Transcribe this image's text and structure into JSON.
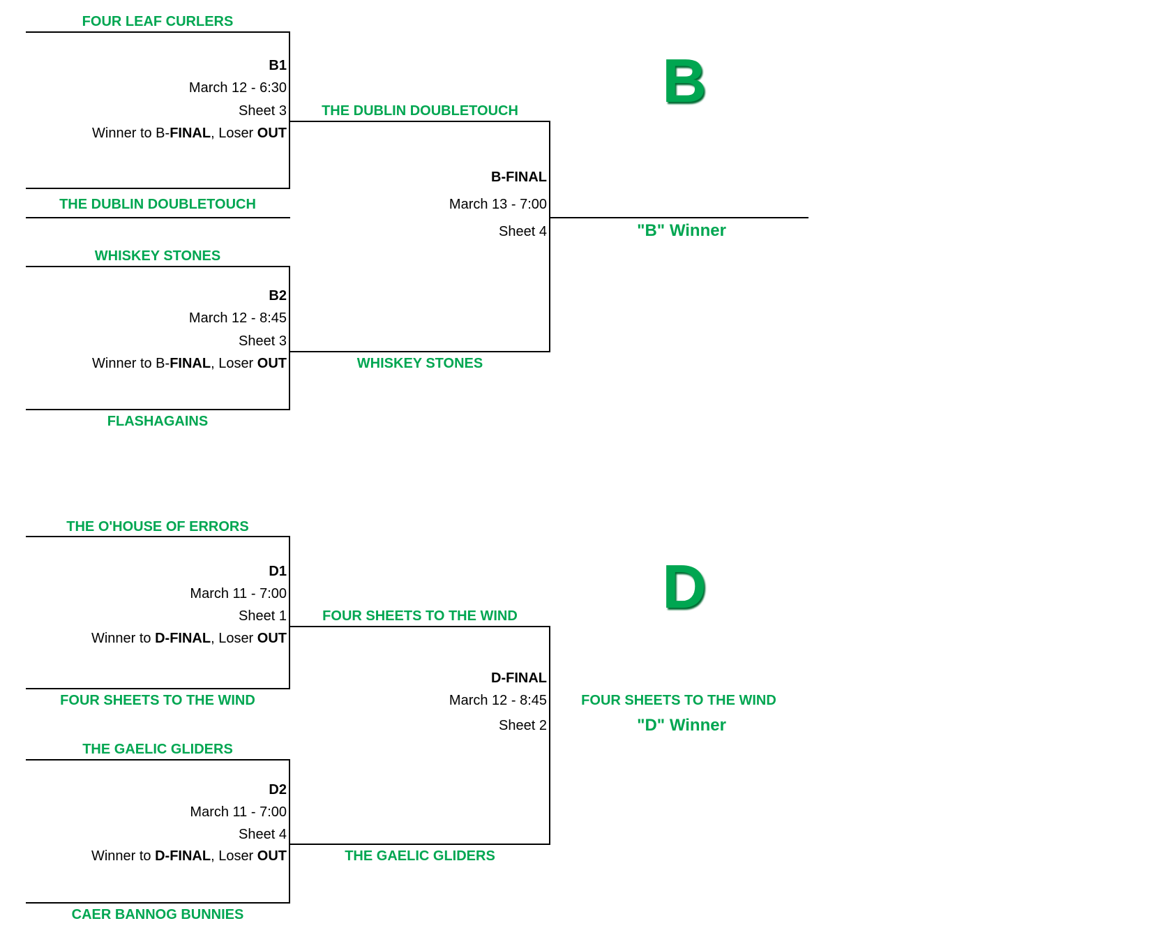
{
  "brackets": {
    "b": {
      "letter": "B",
      "g1": {
        "id": "B1",
        "date": "March 12 - 6:30",
        "sheet": "Sheet 3",
        "note_pre": "Winner to B-",
        "note_final": "FINAL",
        "note_mid": ", Loser ",
        "note_out": "OUT",
        "team1": "FOUR LEAF CURLERS",
        "team2": "THE DUBLIN DOUBLETOUCH",
        "winner": "THE DUBLIN DOUBLETOUCH"
      },
      "g2": {
        "id": "B2",
        "date": "March 12 - 8:45",
        "sheet": "Sheet 3",
        "note_pre": "Winner to B-",
        "note_final": "FINAL",
        "note_mid": ", Loser ",
        "note_out": "OUT",
        "team1": "WHISKEY STONES",
        "team2": "FLASHAGAINS",
        "winner": "WHISKEY STONES"
      },
      "final": {
        "id": "B-FINAL",
        "date": "March 13 - 7:00",
        "sheet": "Sheet 4",
        "winner_label": "\"B\" Winner"
      }
    },
    "d": {
      "letter": "D",
      "g1": {
        "id": "D1",
        "date": "March 11 - 7:00",
        "sheet": "Sheet 1",
        "note_pre": "Winner to ",
        "note_final": "D-FINAL",
        "note_mid": ", Loser ",
        "note_out": "OUT",
        "team1": "THE O'HOUSE OF ERRORS",
        "team2": "FOUR SHEETS TO THE WIND",
        "winner": "FOUR SHEETS TO THE WIND"
      },
      "g2": {
        "id": "D2",
        "date": "March 11 - 7:00",
        "sheet": "Sheet 4",
        "note_pre": "Winner to ",
        "note_final": "D-FINAL",
        "note_mid": ", Loser ",
        "note_out": "OUT",
        "team1": "THE GAELIC GLIDERS",
        "team2": "CAER BANNOG BUNNIES",
        "winner": "THE GAELIC GLIDERS"
      },
      "final": {
        "id": "D-FINAL",
        "date": "March 12 - 8:45",
        "sheet": "Sheet 2",
        "winner": "FOUR SHEETS TO THE WIND",
        "winner_label": "\"D\" Winner"
      }
    }
  },
  "colors": {
    "team": "#00a651",
    "lines": "#000000"
  }
}
